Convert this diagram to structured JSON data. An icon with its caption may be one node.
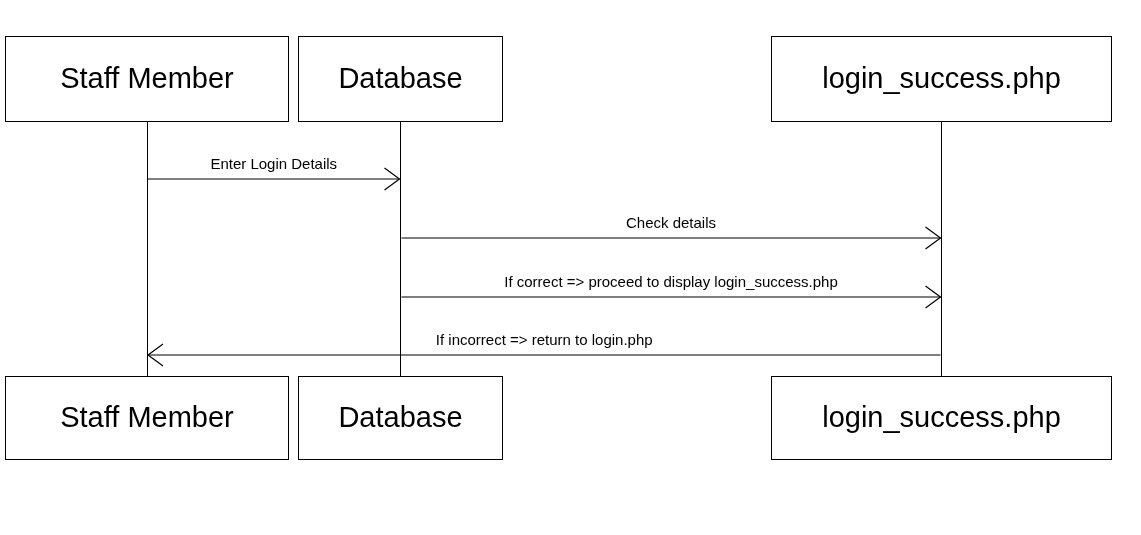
{
  "diagram": {
    "nodes": [
      {
        "text": [
          "Staff Member"
        ]
      },
      {
        "text": [
          "Database"
        ]
      },
      {
        "text": [
          "login_success.php"
        ]
      },
      {
        "text": [],
        "shape": "line"
      },
      {
        "text": [],
        "shape": "line"
      },
      {
        "text": [],
        "shape": "line"
      },
      {
        "text": [
          "Staff Member"
        ]
      },
      {
        "text": [
          "Database"
        ]
      },
      {
        "text": [
          "login_success.php"
        ]
      }
    ],
    "edges": [
      {
        "from": 3,
        "to": 4,
        "arrow": "to",
        "label": "Enter Login Details"
      },
      {
        "from": 4,
        "to": 5,
        "arrow": "to",
        "label": "Check details"
      },
      {
        "from": 4,
        "to": 5,
        "arrow": "to",
        "label": "If correct => proceed to display login_success.php"
      },
      {
        "from": 5,
        "to": 3,
        "arrow": "to",
        "label": "If incorrect => return to login.php"
      }
    ]
  }
}
